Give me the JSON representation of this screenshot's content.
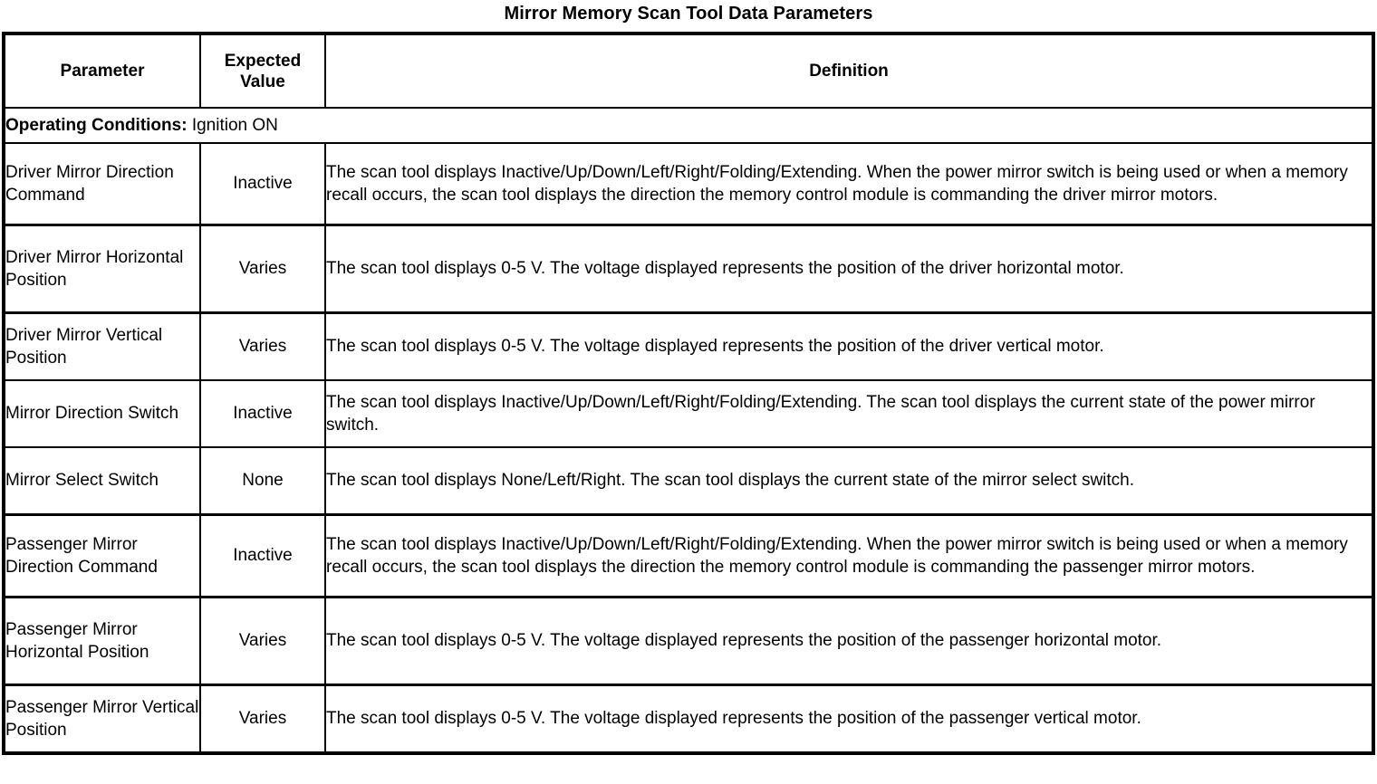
{
  "title": "Mirror Memory Scan Tool Data Parameters",
  "table": {
    "headers": {
      "parameter": "Parameter",
      "expected_value": "Expected Value",
      "expected_value_line1": "Expected",
      "expected_value_line2": "Value",
      "definition": "Definition"
    },
    "operating_conditions": {
      "label": "Operating Conditions:",
      "value": "Ignition ON"
    },
    "rows": [
      {
        "parameter": "Driver Mirror Direction Command",
        "expected_value": "Inactive",
        "definition": "The scan tool displays Inactive/Up/Down/Left/Right/Folding/Extending. When the power mirror switch is being used or when a memory recall occurs, the scan tool displays the direction the memory control module is commanding the driver mirror motors."
      },
      {
        "parameter": "Driver Mirror Horizontal Position",
        "expected_value": "Varies",
        "definition": "The scan tool displays 0-5 V. The voltage displayed represents the position of the driver horizontal motor."
      },
      {
        "parameter": "Driver Mirror Vertical Position",
        "expected_value": "Varies",
        "definition": "The scan tool displays 0-5 V. The voltage displayed represents the position of the driver vertical motor."
      },
      {
        "parameter": "Mirror Direction Switch",
        "expected_value": "Inactive",
        "definition": "The scan tool displays Inactive/Up/Down/Left/Right/Folding/Extending. The scan tool displays the current state of the power mirror switch."
      },
      {
        "parameter": "Mirror Select Switch",
        "expected_value": "None",
        "definition": "The scan tool displays None/Left/Right. The scan tool displays the current state of the mirror select switch."
      },
      {
        "parameter": "Passenger Mirror Direction Command",
        "expected_value": "Inactive",
        "definition": "The scan tool displays Inactive/Up/Down/Left/Right/Folding/Extending. When the power mirror switch is being used or when a memory recall occurs, the scan tool displays the direction the memory control module is commanding the passenger mirror motors."
      },
      {
        "parameter": "Passenger Mirror Horizontal Position",
        "expected_value": "Varies",
        "definition": "The scan tool displays 0-5 V. The voltage displayed represents the position of the passenger horizontal motor."
      },
      {
        "parameter": "Passenger Mirror Vertical Position",
        "expected_value": "Varies",
        "definition": "The scan tool displays 0-5 V. The voltage displayed represents the position of the passenger vertical motor."
      }
    ]
  },
  "colors": {
    "text": "#000000",
    "background": "#ffffff",
    "border": "#000000"
  }
}
